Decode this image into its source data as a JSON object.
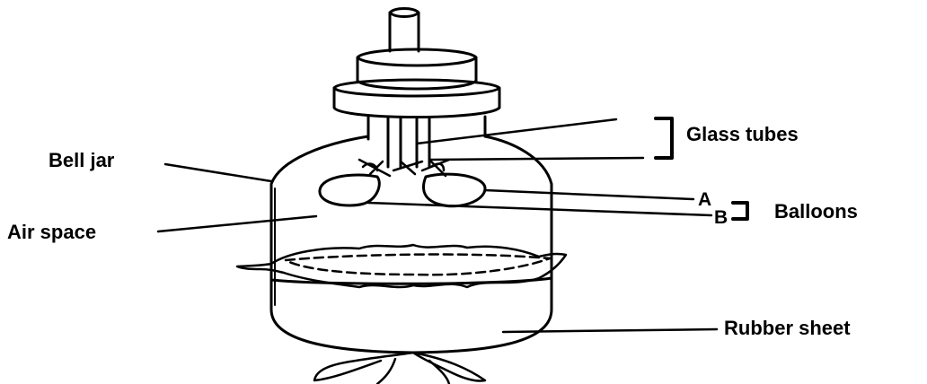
{
  "labels": {
    "glass_tubes": "Glass tubes",
    "bell_jar": "Bell jar",
    "air_space": "Air space",
    "balloon_a": "A",
    "balloon_b": "B",
    "balloons": "Balloons",
    "rubber_sheet": "Rubber sheet"
  },
  "colors": {
    "ink": "#000000",
    "background": "#ffffff"
  }
}
